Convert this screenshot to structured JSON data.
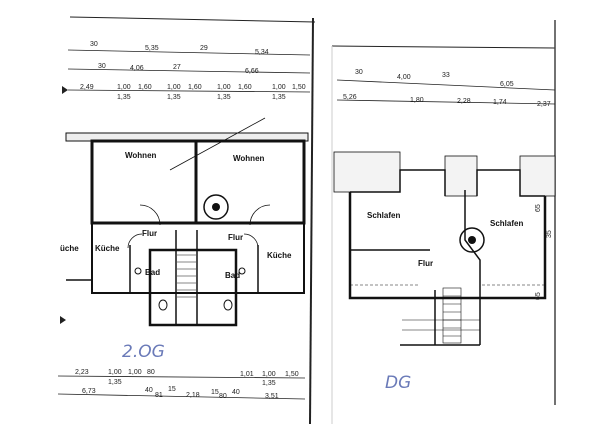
{
  "left_plan": {
    "label": "2.OG",
    "dims_top_row1": [
      "30",
      "5,35",
      "29",
      "5,34"
    ],
    "dims_top_row2": [
      "30",
      "4,06",
      "27",
      "6,66"
    ],
    "dims_top_row3": [
      "2,49",
      "1,00",
      "1,60",
      "1,00",
      "1,60",
      "1,00",
      "1,60",
      "1,00",
      "1,50"
    ],
    "dims_top_row3_sub": [
      "1,35",
      "1,35",
      "1,35",
      "1,35"
    ],
    "rooms": {
      "wohnen_left": "Wohnen",
      "wohnen_right": "Wohnen",
      "flur_left": "Flur",
      "flur_right": "Flur",
      "kueche_left": "Küche",
      "kueche_right": "Küche",
      "kueche_edge": "üche",
      "bad_left": "Bad",
      "bad_right": "Bad"
    },
    "dims_bottom_row1": [
      "2,23",
      "1,00",
      "1,00",
      "80",
      "1,01",
      "1,00",
      "1,50"
    ],
    "dims_bottom_row1_sub": [
      "1,35",
      "1,35"
    ],
    "dims_bottom_row2": [
      "6,73",
      "40",
      "81",
      "15",
      "2,18",
      "15",
      "80",
      "40",
      "3,51"
    ]
  },
  "right_plan": {
    "label": "DG",
    "dims_top_row1": [
      "30",
      "4,00",
      "33",
      "6,05"
    ],
    "dims_top_row2": [
      "5,26",
      "1,80",
      "2,28",
      "1,74",
      "2,37"
    ],
    "rooms": {
      "schlafen_left": "Schlafen",
      "schlafen_right": "Schlafen",
      "flur": "Flur"
    },
    "dims_side": [
      "65",
      "35",
      "65"
    ]
  }
}
